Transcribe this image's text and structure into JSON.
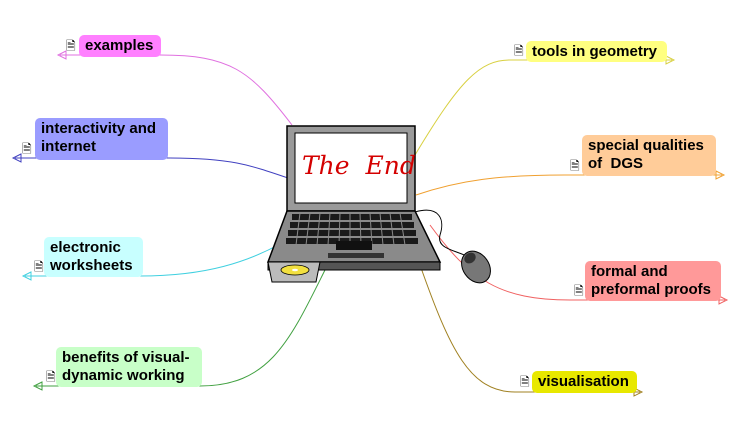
{
  "center": {
    "screen_text": "The  End"
  },
  "branches": [
    {
      "id": "examples",
      "label": "examples",
      "color": "#ff80ff",
      "line": "#e070e0"
    },
    {
      "id": "interactivity",
      "label": "interactivity and\ninternet",
      "color": "#9a9cff",
      "line": "#4040c0"
    },
    {
      "id": "worksheets",
      "label": "electronic\nworksheets",
      "color": "#c8ffff",
      "line": "#40d0e0"
    },
    {
      "id": "benefits",
      "label": "benefits of visual-\ndynamic working",
      "color": "#c8ffc8",
      "line": "#40a040"
    },
    {
      "id": "tools",
      "label": "tools in geometry",
      "color": "#ffff80",
      "line": "#d8d040"
    },
    {
      "id": "dgs",
      "label": "special qualities\nof  DGS",
      "color": "#ffcc99",
      "line": "#f0a030"
    },
    {
      "id": "proofs",
      "label": "formal and\npreformal proofs",
      "color": "#ff9999",
      "line": "#f06060"
    },
    {
      "id": "visualisation",
      "label": "visualisation",
      "color": "#e8e800",
      "line": "#a08020"
    }
  ],
  "icons": {
    "note": "document-icon"
  }
}
